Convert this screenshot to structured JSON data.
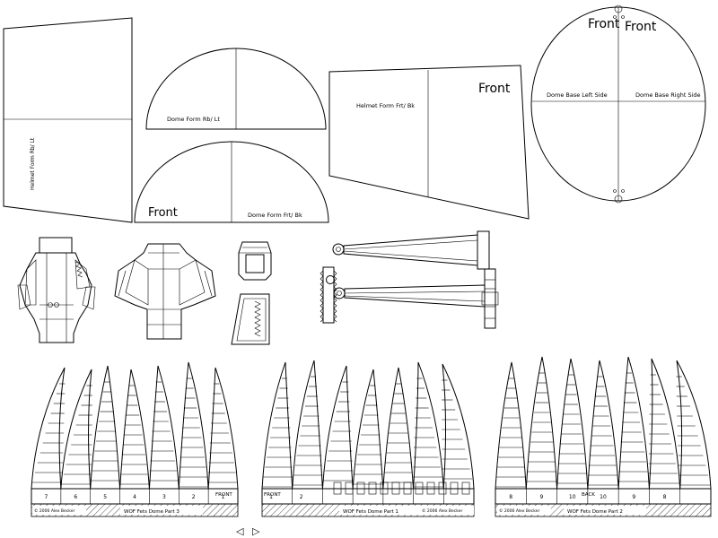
{
  "pieces": {
    "helmet_rb_lt": "Helmet Form Rb/ Lt",
    "dome_rb_lt": "Dome Form Rb/ Lt",
    "dome_frt_bk": "Dome Form Frt/ Bk",
    "dome_front": "Front",
    "helmet_frt_bk": "Helmet Form Frt/ Bk",
    "helmet_front": "Front",
    "base_front_left": "Front",
    "base_front_right": "Front",
    "base_left": "Dome Base Left Side",
    "base_right": "Dome Base Right Side"
  },
  "strips": [
    {
      "title": "WOF Fets Dome Part 3",
      "copyright": "© 2006 Alex Becker",
      "side": "FRONT",
      "numbers": [
        "7",
        "6",
        "5",
        "4",
        "3",
        "2",
        "1"
      ]
    },
    {
      "title": "WOF Fets Dome Part 1",
      "copyright": "© 2006 Alex Becker",
      "side": "FRONT",
      "numbers": [
        "1",
        "2"
      ]
    },
    {
      "title": "WOF Fets Dome Part 2",
      "copyright": "© 2006 Alex Becker",
      "side": "BACK",
      "numbers": [
        "8",
        "9",
        "10",
        "10",
        "9",
        "8"
      ]
    }
  ],
  "nav": {
    "prev": "◁",
    "next": "▷"
  }
}
